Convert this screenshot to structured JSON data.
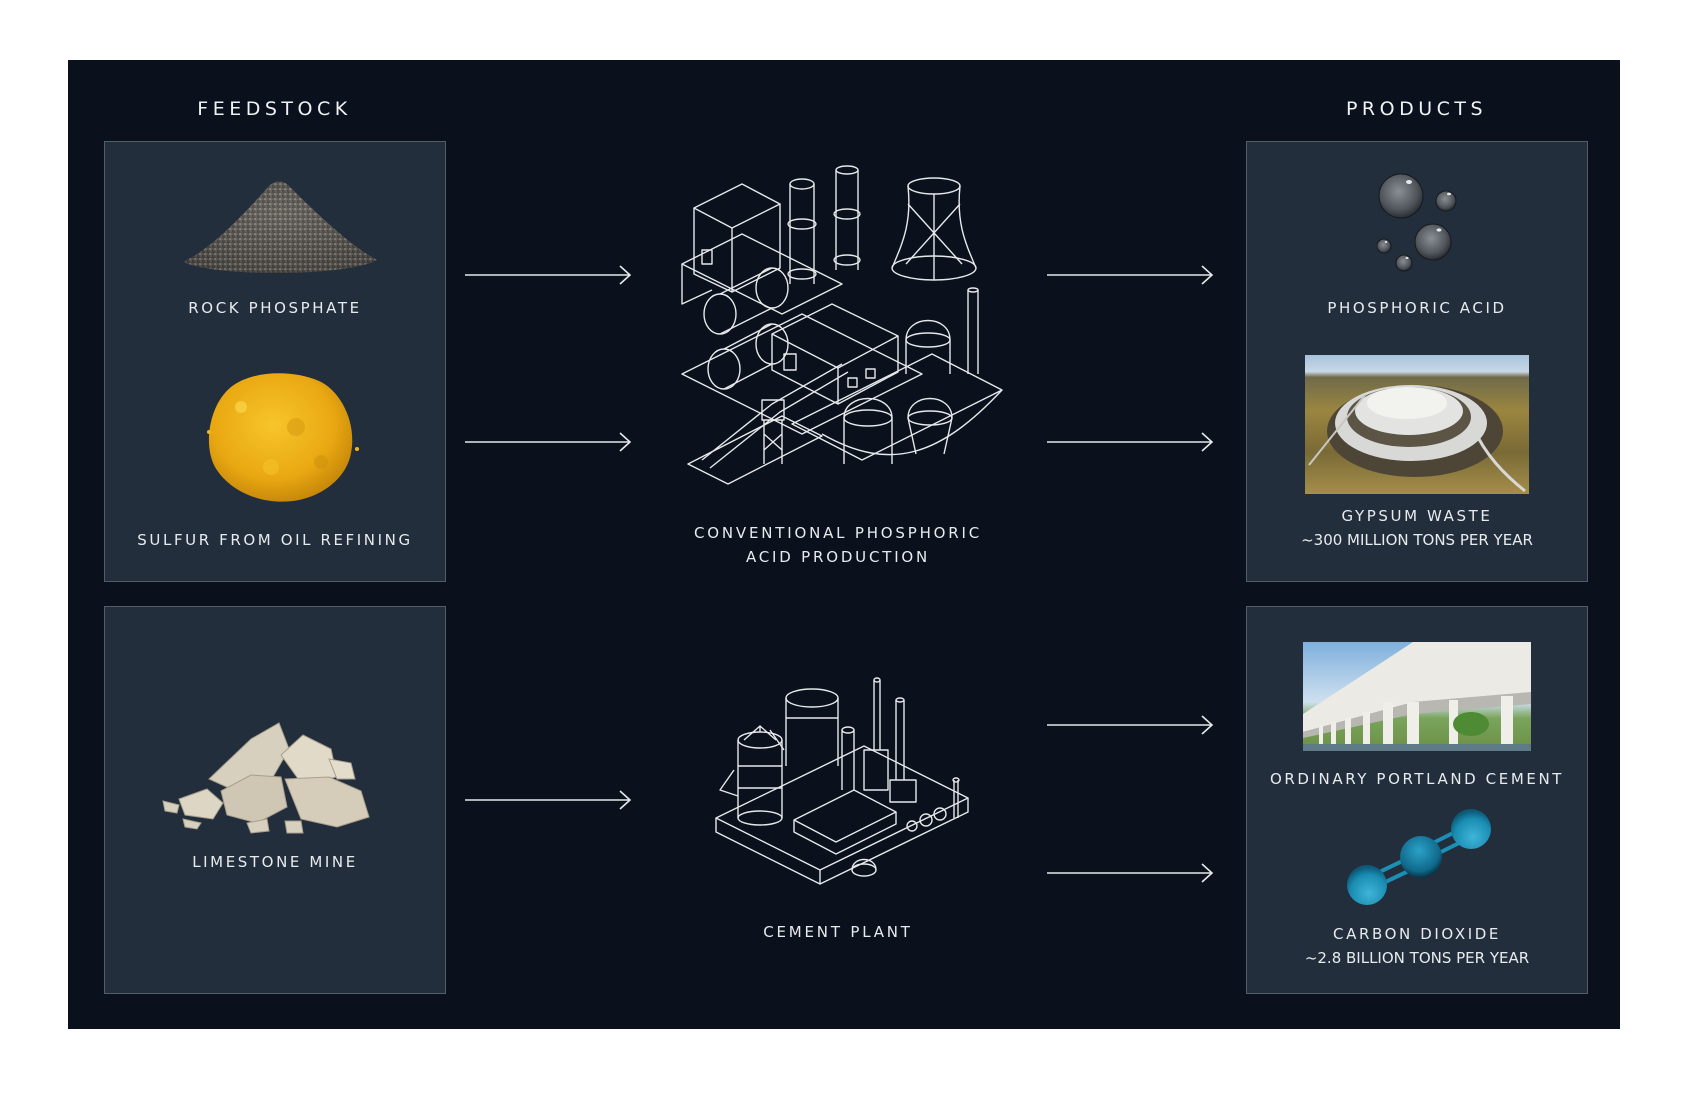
{
  "feedstock": {
    "title": "FEEDSTOCK",
    "items": [
      {
        "label": "ROCK PHOSPHATE",
        "icon": "rock-phosphate-pile"
      },
      {
        "label": "SULFUR FROM OIL REFINING",
        "icon": "sulfur-powder-pile"
      },
      {
        "label": "LIMESTONE MINE",
        "icon": "limestone-rocks"
      }
    ]
  },
  "processes": [
    {
      "label_line1": "CONVENTIONAL PHOSPHORIC",
      "label_line2": "ACID PRODUCTION",
      "icon": "phosphoric-acid-plant-isometric"
    },
    {
      "label_line1": "CEMENT PLANT",
      "label_line2": "",
      "icon": "cement-plant-isometric"
    }
  ],
  "products": {
    "title": "PRODUCTS",
    "items": [
      {
        "label": "PHOSPHORIC ACID",
        "subtitle": "",
        "icon": "liquid-droplets"
      },
      {
        "label": "GYPSUM WASTE",
        "subtitle": "~300 MILLION TONS PER YEAR",
        "icon": "gypsum-stack-aerial-photo"
      },
      {
        "label": "ORDINARY PORTLAND CEMENT",
        "subtitle": "",
        "icon": "concrete-bridge-photo"
      },
      {
        "label": "CARBON DIOXIDE",
        "subtitle": "~2.8 BILLION TONS PER YEAR",
        "icon": "co2-molecule"
      }
    ]
  },
  "colors": {
    "background": "#0a101c",
    "box": "#222e3c",
    "box_border": "#525d6a",
    "text": "#e8ebee",
    "sulfur": "#f0b71a",
    "co2": "#1c8fb5"
  }
}
